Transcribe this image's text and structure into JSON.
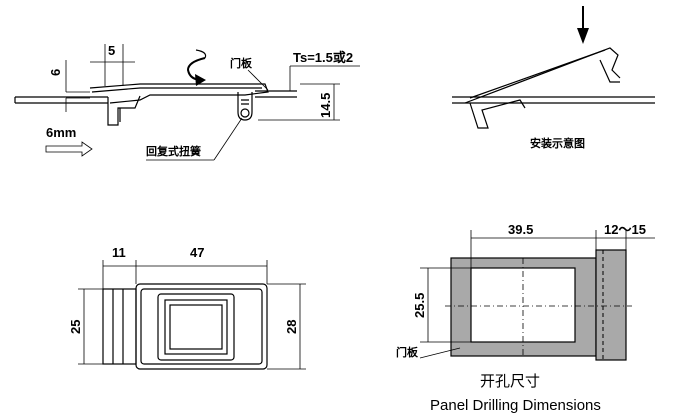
{
  "side_view": {
    "dim_5": "5",
    "dim_6": "6",
    "ts_label": "Ts=1.5或2",
    "door_panel": "门板",
    "dim_14_5": "14.5",
    "offset": "6mm",
    "spring": "回复式扭簧"
  },
  "install_view": {
    "caption": "安装示意图"
  },
  "top_view": {
    "dim_11": "11",
    "dim_47": "47",
    "dim_25": "25",
    "dim_28": "28"
  },
  "drilling_view": {
    "dim_39_5": "39.5",
    "dim_12_15": "12～15",
    "dim_25_5": "25.5",
    "door_panel": "门板",
    "title_cn": "开孔尺寸",
    "title_en": "Panel Drilling Dimensions"
  }
}
